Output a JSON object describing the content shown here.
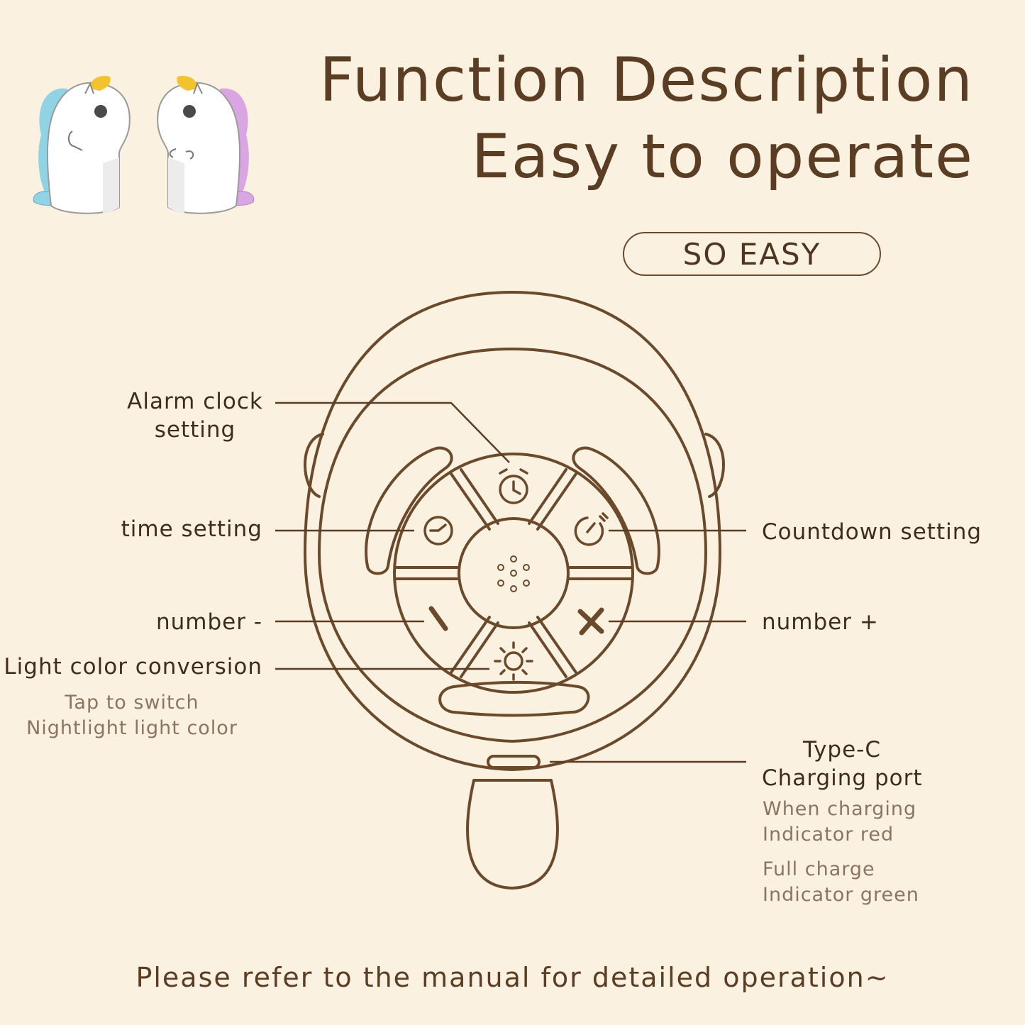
{
  "header": {
    "title_line1": "Function Description",
    "title_line2": "Easy to operate",
    "badge": "SO EASY"
  },
  "labels": {
    "alarm_line1": "Alarm clock",
    "alarm_line2": "setting",
    "time_setting": "time setting",
    "number_minus": "number -",
    "light_color": "Light color conversion",
    "light_sub_line1": "Tap to switch",
    "light_sub_line2": "Nightlight light color",
    "countdown": "Countdown setting",
    "number_plus": "number +",
    "typec_line1": "Type-C",
    "typec_line2": "Charging port",
    "charging_line1": "When charging",
    "charging_line2": "Indicator red",
    "full_line1": "Full charge",
    "full_line2": "Indicator green"
  },
  "footer": "Please refer to the manual for detailed operation~",
  "colors": {
    "background": "#fbf1e1",
    "outline": "#6b4a2c",
    "title": "#5a3d22",
    "subtext": "#8a7560",
    "mascot_left_mane": "#8fd3e4",
    "mascot_right_mane": "#d9a6e3",
    "horn": "#f2c22f"
  },
  "icons": [
    "alarm-clock-icon",
    "clock-icon",
    "countdown-timer-icon",
    "minus-icon",
    "plus-icon",
    "sun-icon",
    "speaker-icon",
    "usb-c-port-icon"
  ]
}
